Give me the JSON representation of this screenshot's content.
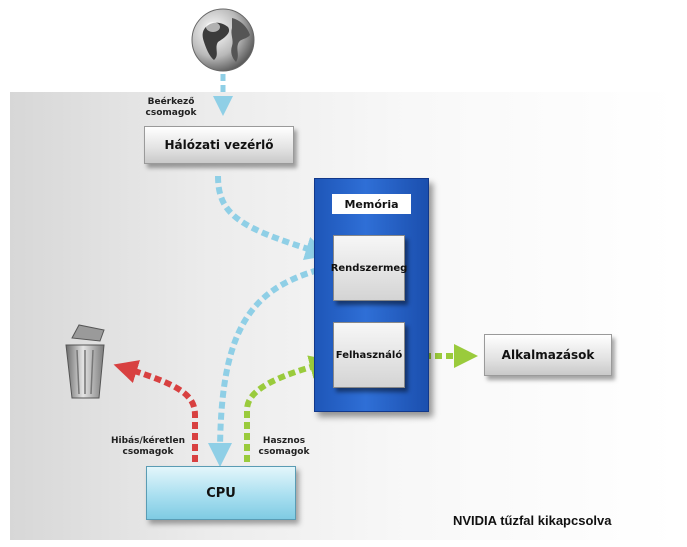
{
  "labels": {
    "incoming": "Beérkező csomagok",
    "nic": "Hálózati vezérlő",
    "memory": "Memória",
    "system_memory": "Rendszermeg",
    "user": "Felhasználó",
    "applications": "Alkalmazások",
    "bad_packets": "Hibás/kéretlen csomagok",
    "useful_packets": "Hasznos csomagok",
    "cpu": "CPU"
  },
  "caption": "NVIDIA tűzfal kikapcsolva",
  "colors": {
    "blue_arrow": "#8fcfe6",
    "red_arrow": "#d84040",
    "green_arrow": "#9acb3c",
    "memory_blue": "#2a63c8"
  },
  "icons": {
    "globe": "globe-icon",
    "trash": "trash-can-icon"
  }
}
